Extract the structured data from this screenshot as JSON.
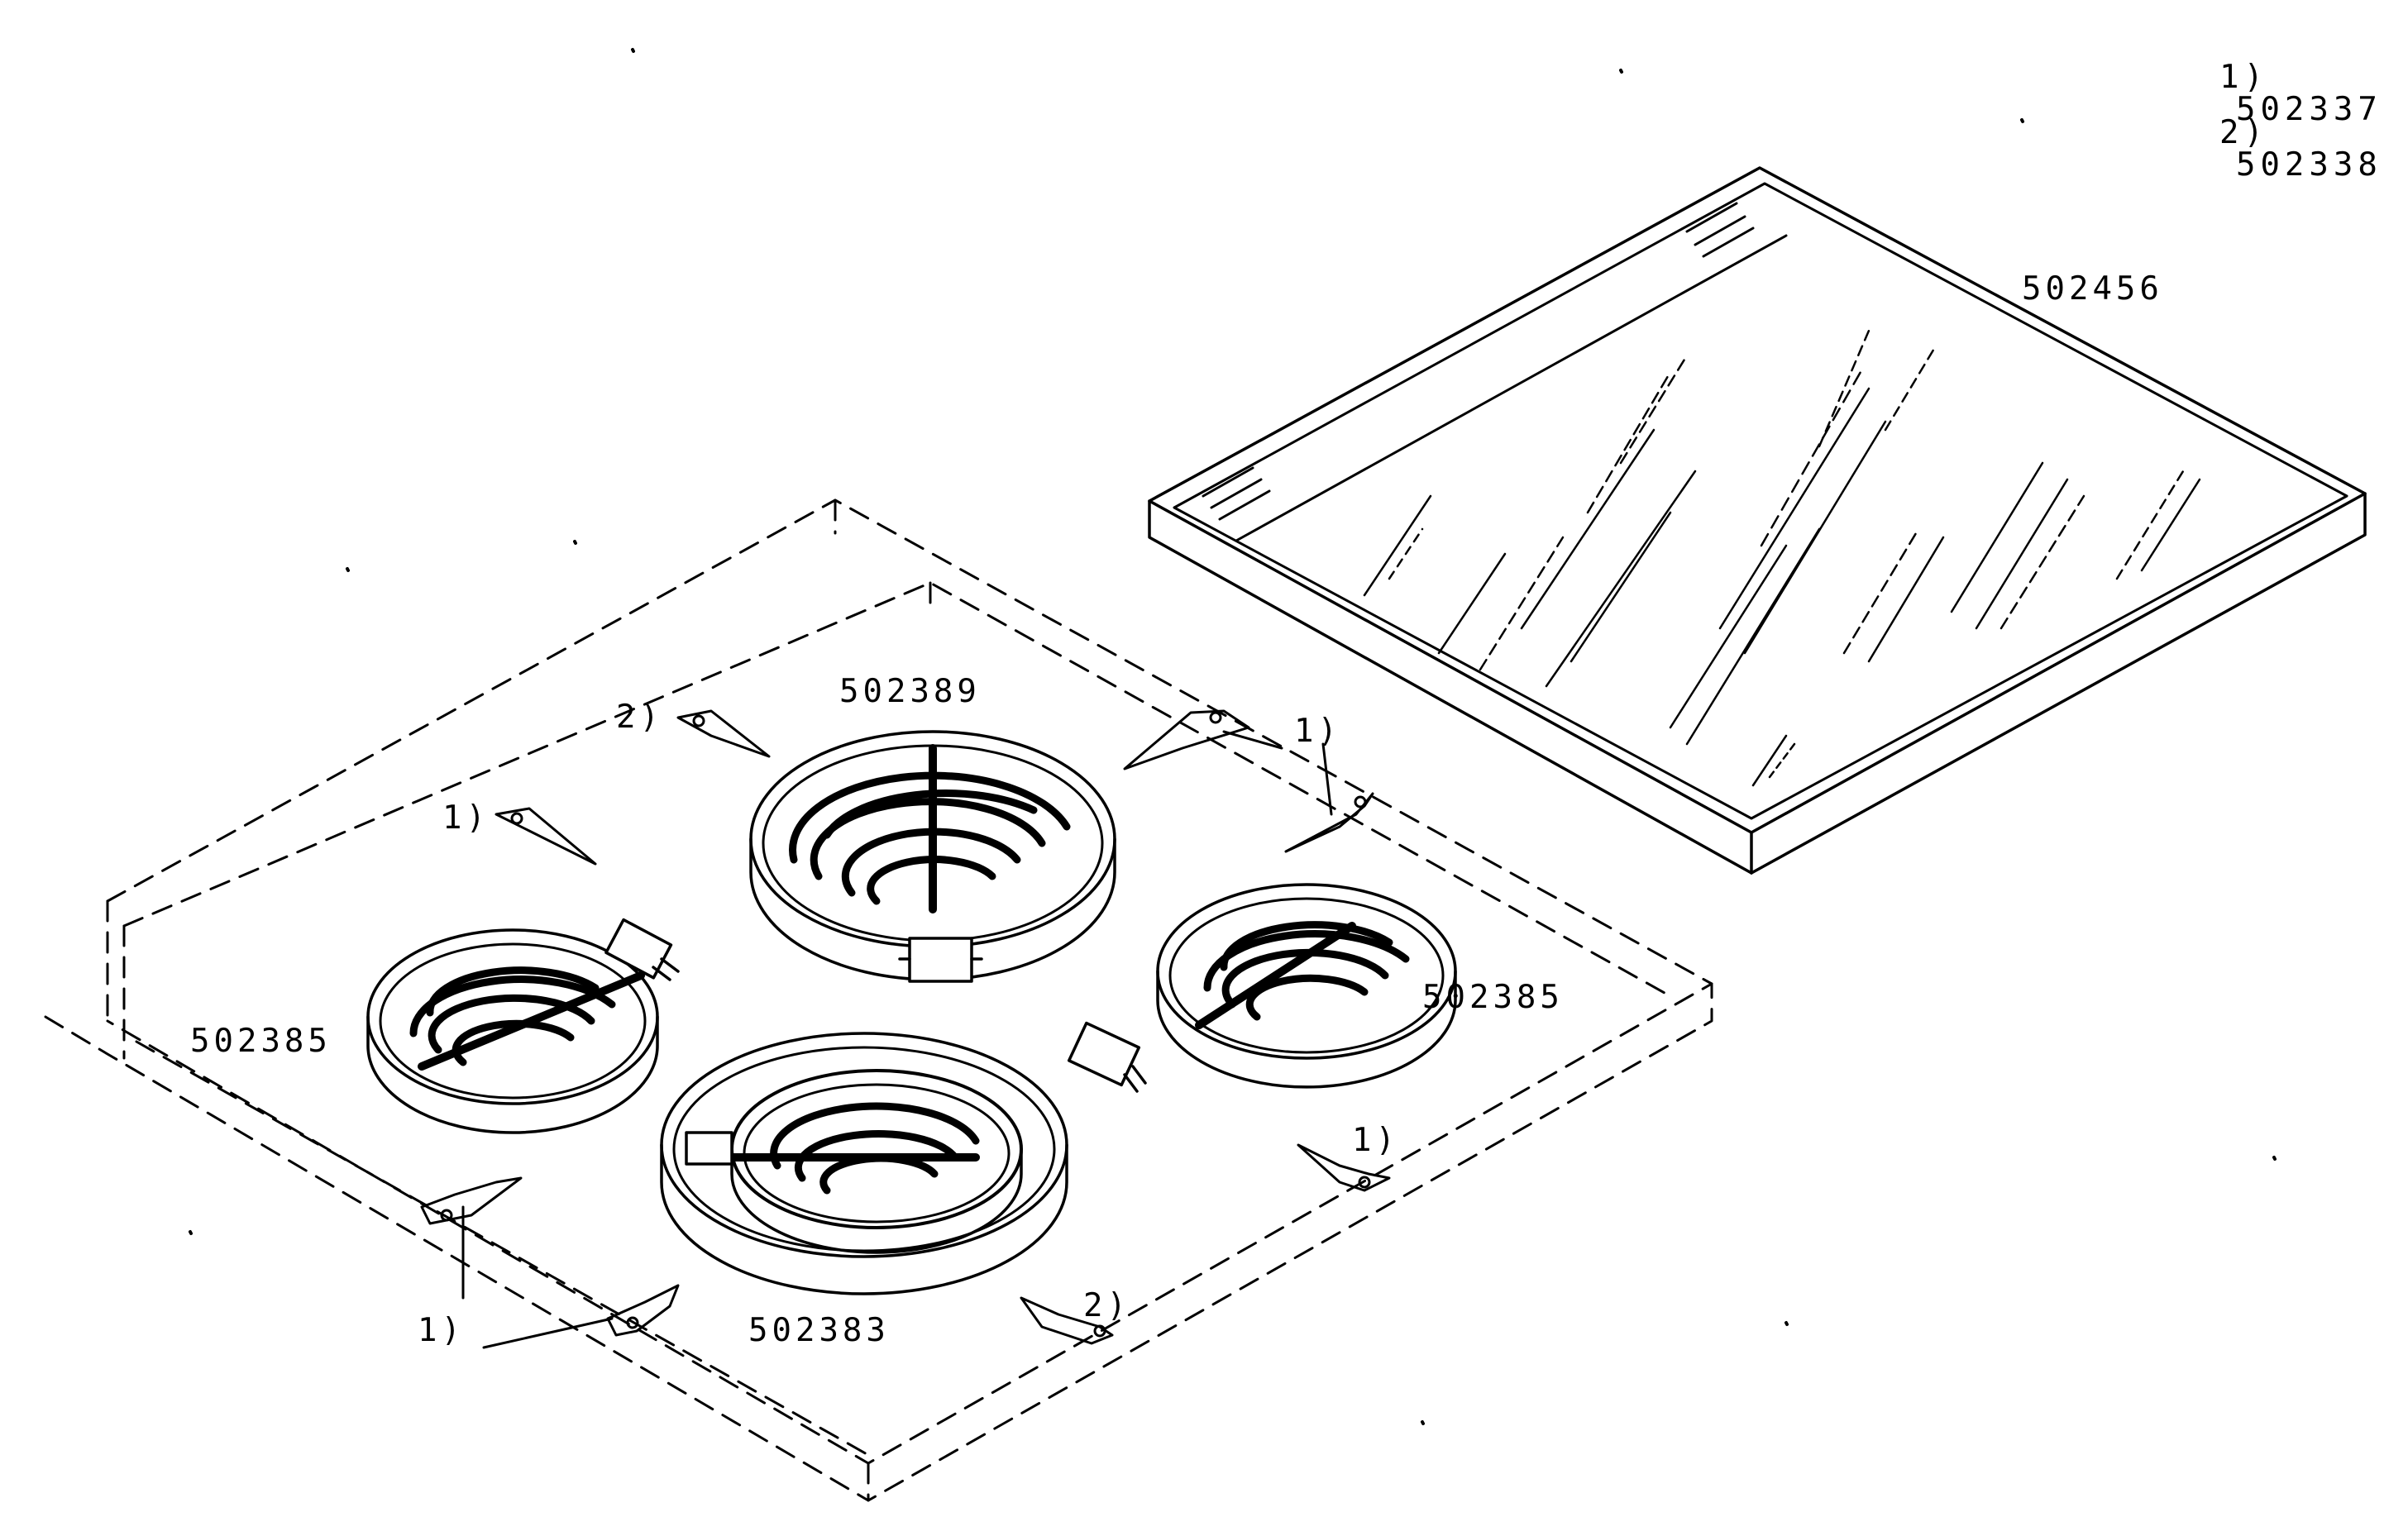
{
  "legend": [
    {
      "marker": "1)",
      "part": "502337"
    },
    {
      "marker": "2)",
      "part": "502338"
    }
  ],
  "parts": {
    "glass_top": "502456",
    "rear_element": "502389",
    "left_element": "502385",
    "right_element": "502385",
    "front_element": "502383"
  },
  "callouts": {
    "c1": "2)",
    "c2": "1)",
    "c3": "1)",
    "c4": "1)",
    "c5": "1)",
    "c6": "2)"
  }
}
